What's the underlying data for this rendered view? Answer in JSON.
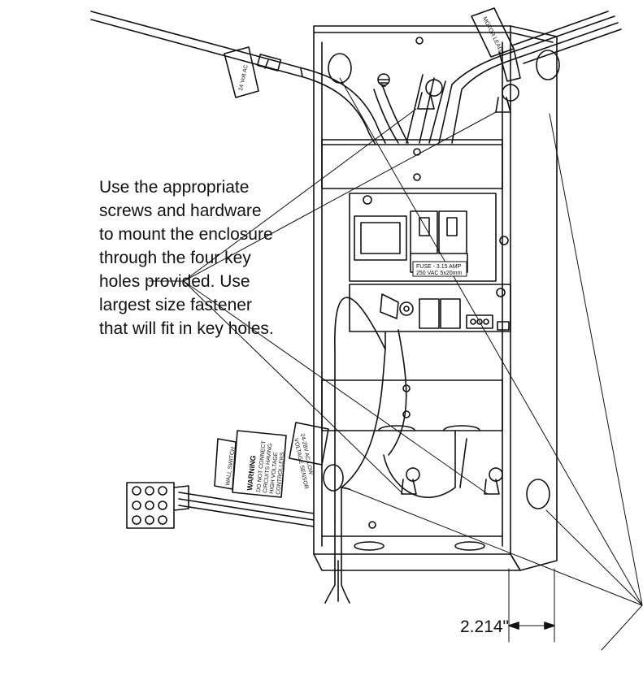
{
  "callout": {
    "lines": [
      "Use the appropriate",
      "screws and hardware",
      "to mount the enclosure",
      "through the four key",
      "holes provided. Use",
      "largest size fastener",
      "that will fit in key holes."
    ]
  },
  "dimension": {
    "label": "2.214\""
  },
  "labels": {
    "fuse_line1": "FUSE - 3.15 AMP",
    "fuse_line2": "250 VAC 5x20mm",
    "wall_switch": "WALL SWITCH",
    "warning_title": "WARNING",
    "warning_body": [
      "DO NOT CONNECT",
      "CIRCUITS HAVING",
      "HIGH VOLTAGE",
      "CONTROLLERS."
    ],
    "low_voltage": [
      "24-28V AC LOW",
      "VOLTAGE SENSOR"
    ],
    "left_tag": "24 Volt AC",
    "right_tag": "MOTOR LEADS"
  },
  "colors": {
    "line": "#111111",
    "background": "#ffffff"
  }
}
